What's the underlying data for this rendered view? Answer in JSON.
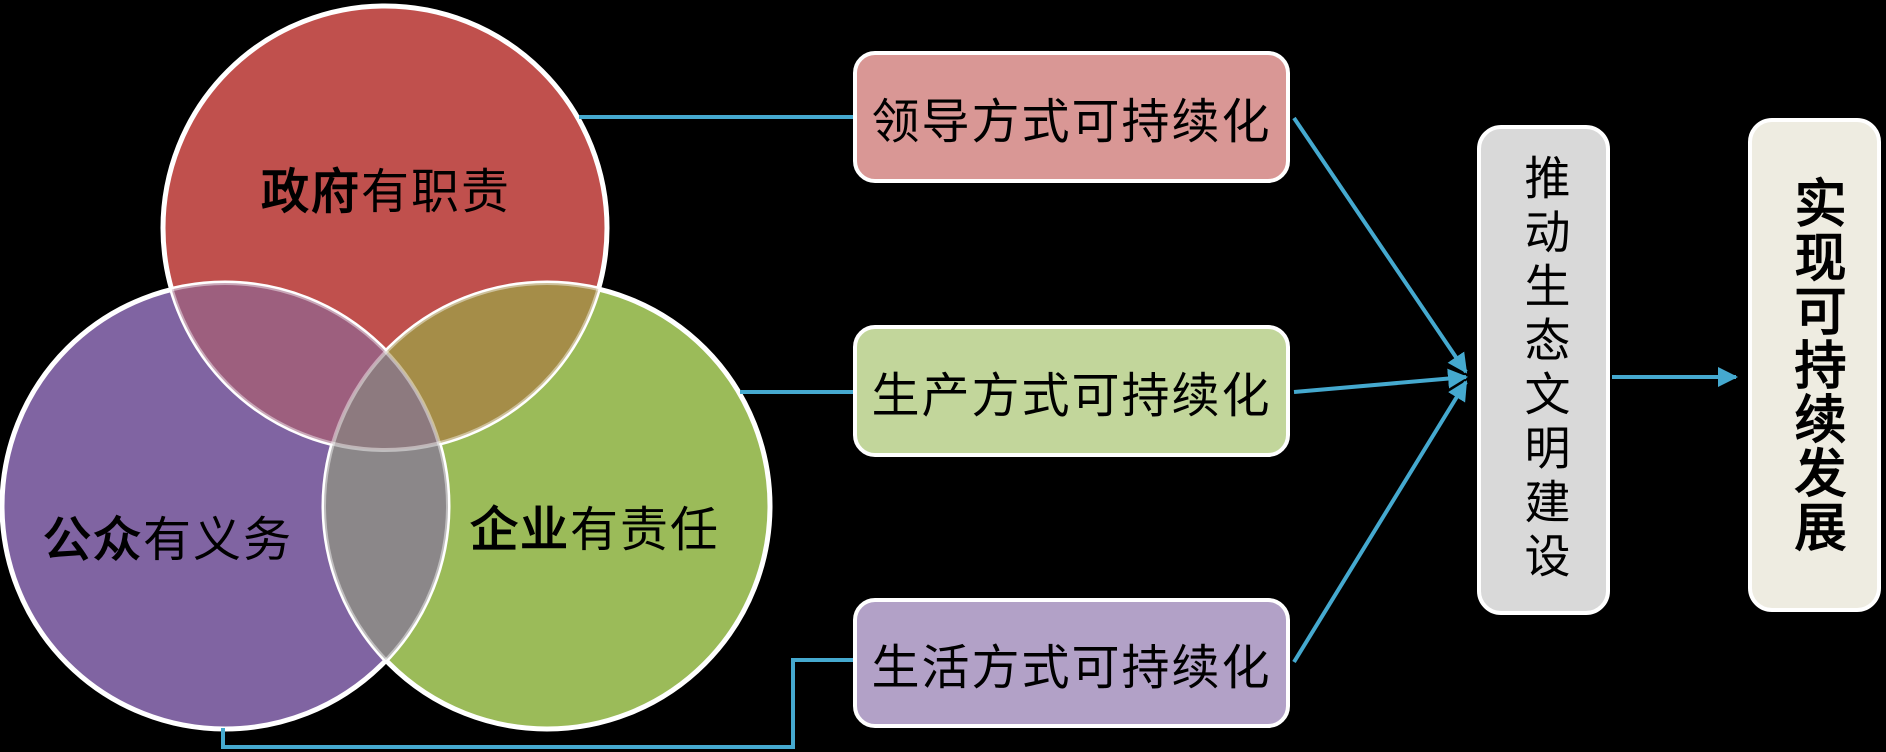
{
  "diagram": {
    "venn": {
      "border_color": "#ffffff",
      "circles": [
        {
          "name": "government",
          "label_bold": "政府",
          "label_rest": "有职责",
          "fill": "#c0504d"
        },
        {
          "name": "public",
          "label_bold": "公众",
          "label_rest": "有义务",
          "fill": "#8064a2"
        },
        {
          "name": "enterprise",
          "label_bold": "企业",
          "label_rest": "有责任",
          "fill": "#9bbb59"
        }
      ],
      "overlaps": {
        "government_public": "#9d5f7e",
        "government_enterprise": "#a58d48",
        "public_enterprise": "#8b8789",
        "center": "#8d7a7f"
      }
    },
    "pills": [
      {
        "name": "leadership",
        "label": "领导方式可持续化",
        "fill": "#d99795"
      },
      {
        "name": "production",
        "label": "生产方式可持续化",
        "fill": "#c2d69b"
      },
      {
        "name": "lifestyle",
        "label": "生活方式可持续化",
        "fill": "#b2a1c7"
      }
    ],
    "hub": {
      "label": "推动生态文明建设",
      "fill": "#d9d9d9"
    },
    "goal": {
      "label": "实现可持续发展",
      "fill": "#eeece1"
    },
    "connectors": {
      "color": "#45a9cf"
    }
  }
}
